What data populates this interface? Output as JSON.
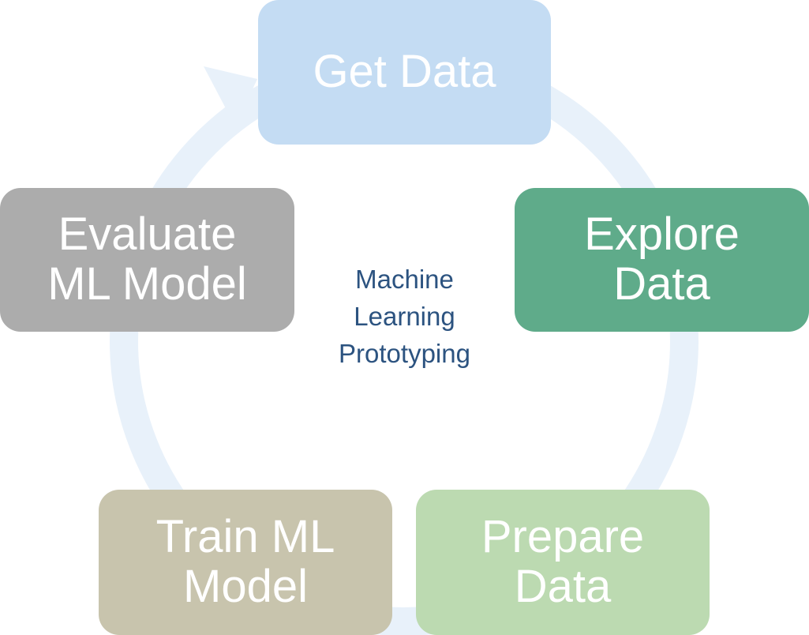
{
  "diagram": {
    "ring_color": "#e8f1fa",
    "steps": [
      {
        "id": "get-data",
        "lines": [
          "Get Data"
        ],
        "color": "#c4dcf3"
      },
      {
        "id": "explore-data",
        "lines": [
          "Explore",
          "Data"
        ],
        "color": "#5fab8a"
      },
      {
        "id": "prepare-data",
        "lines": [
          "Prepare",
          "Data"
        ],
        "color": "#bcdab1"
      },
      {
        "id": "train-model",
        "lines": [
          "Train ML",
          "Model"
        ],
        "color": "#c8c4ad"
      },
      {
        "id": "evaluate-model",
        "lines": [
          "Evaluate",
          "ML Model"
        ],
        "color": "#acacac"
      }
    ],
    "center_label": [
      "Machine",
      "Learning",
      "Prototyping"
    ]
  }
}
